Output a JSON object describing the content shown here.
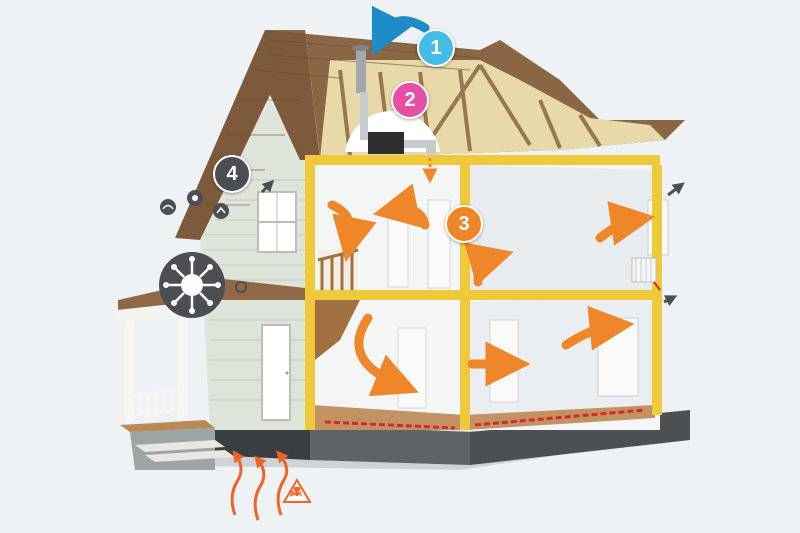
{
  "badges": [
    {
      "label": "1",
      "color": "#43bde8"
    },
    {
      "label": "2",
      "color": "#e64fa3"
    },
    {
      "label": "3",
      "color": "#f0862a"
    },
    {
      "label": "4",
      "color": "#4b4f54"
    }
  ],
  "colors": {
    "background": "#eef2f4",
    "roof": "#7d5a3c",
    "siding": "#dfe4da",
    "insulation": "#f0c93a",
    "airflow_arrow": "#f0862a",
    "inflow_arrow": "#1e8cc8",
    "floor_heating": "#d32a2a",
    "ground_arrows": "#f0642a"
  },
  "icons": [
    "virus-icon",
    "radiation-warning-icon",
    "pollutant-icons",
    "ventilation-unit-icon",
    "radiator-icon"
  ]
}
